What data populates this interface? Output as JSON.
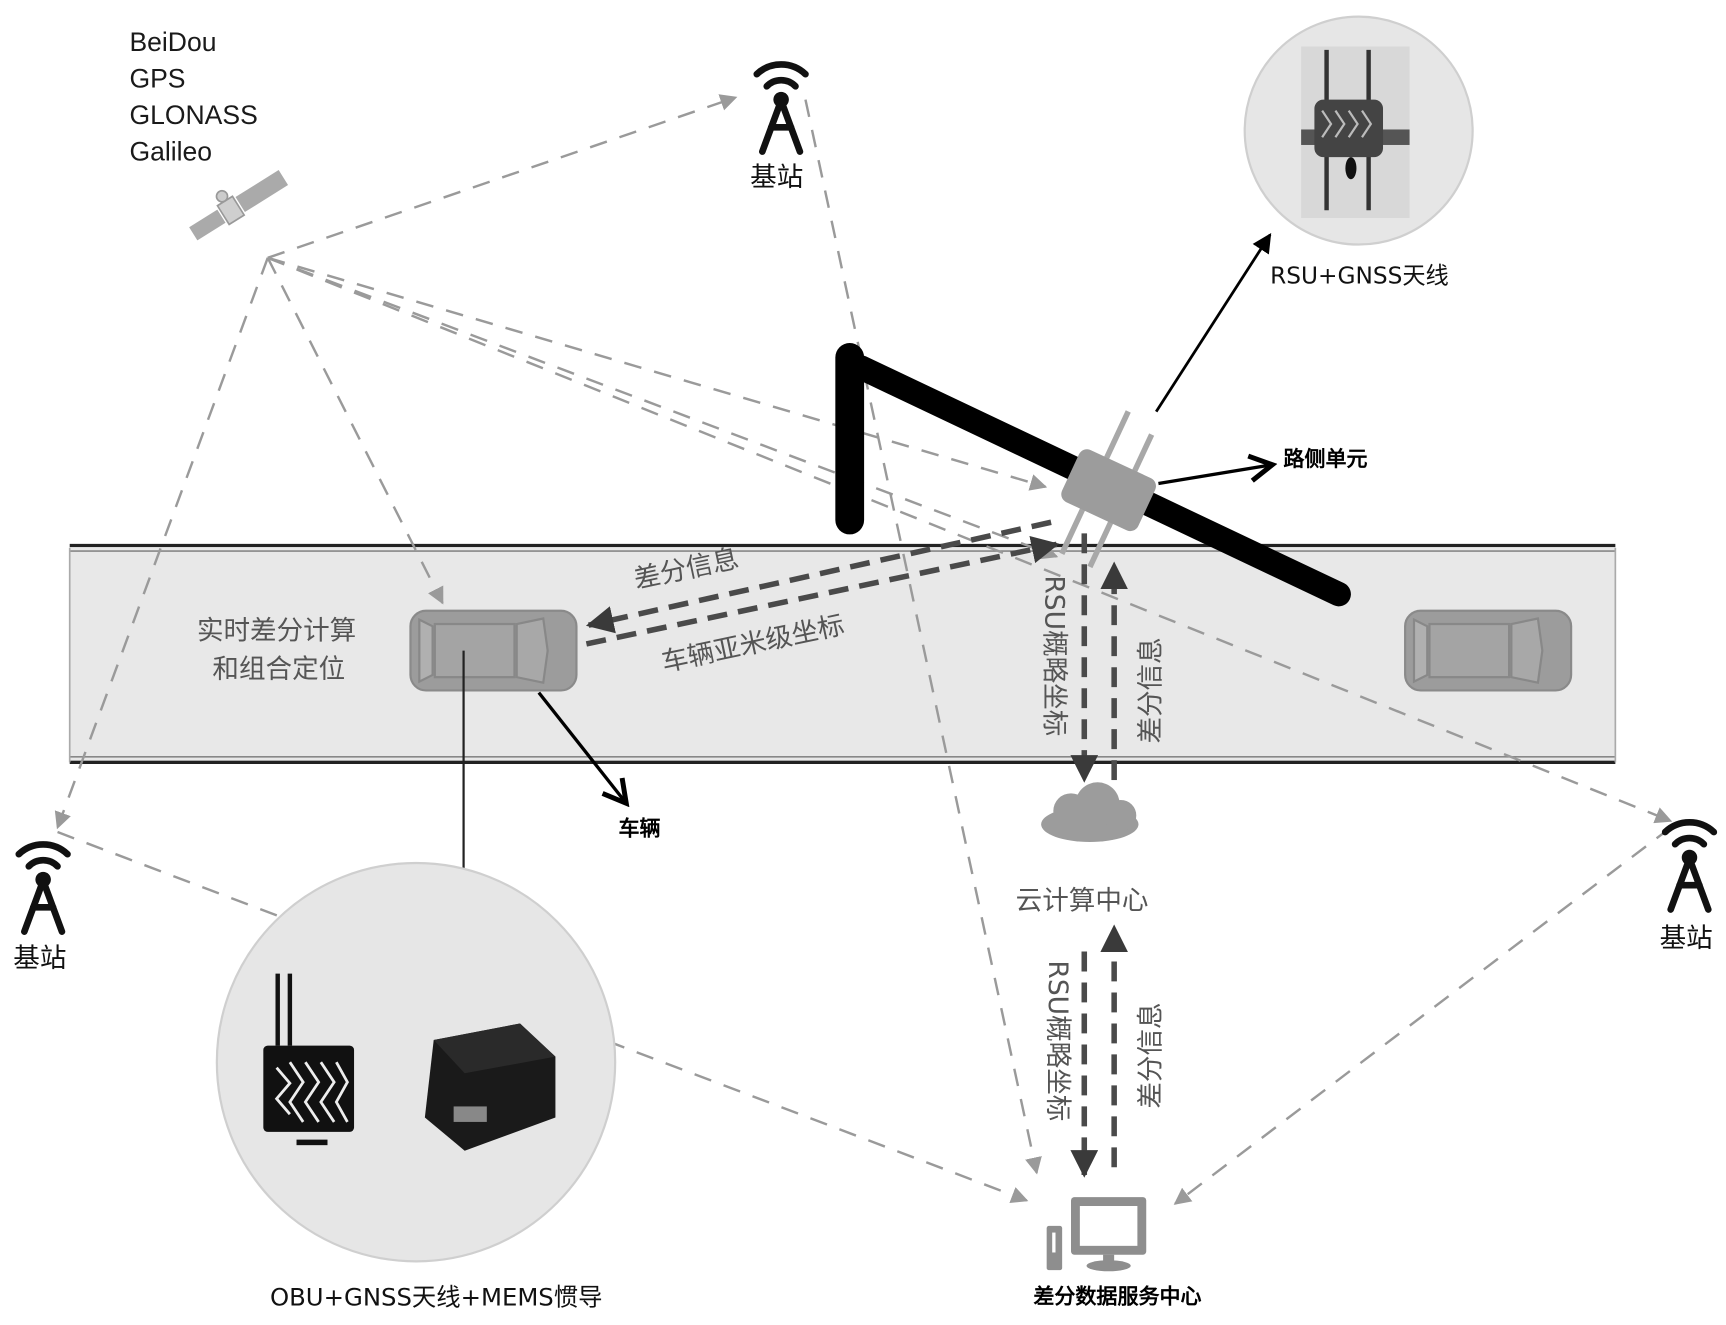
{
  "satellite": {
    "constellations": [
      "BeiDou",
      "GPS",
      "GLONASS",
      "Galileo"
    ],
    "icon": "satellite-icon"
  },
  "base_stations": [
    {
      "label": "基站",
      "icon": "radio-tower-icon",
      "position": "top-center"
    },
    {
      "label": "基站",
      "icon": "radio-tower-icon",
      "position": "left"
    },
    {
      "label": "基站",
      "icon": "radio-tower-icon",
      "position": "right"
    }
  ],
  "rsu": {
    "callout_label": "RSU+GNSS天线",
    "unit_label": "路侧单元"
  },
  "road": {
    "flows": {
      "diff_info": "差分信息",
      "vehicle_coords": "车辆亚米级坐标"
    },
    "vehicle_process_line1": "实时差分计算",
    "vehicle_process_line2": "和组合定位",
    "vehicle_label": "车辆"
  },
  "vertical_flows": {
    "upper": {
      "down": "RSU概略坐标",
      "up": "差分信息"
    },
    "lower": {
      "down": "RSU概略坐标",
      "up": "差分信息"
    }
  },
  "cloud": {
    "label": "云计算中心",
    "icon": "cloud-icon"
  },
  "obu": {
    "label": "OBU+GNSS天线+MEMS惯导"
  },
  "diff_center": {
    "label": "差分数据服务中心",
    "icon": "computer-icon"
  },
  "colors": {
    "road_fill": "#e8e8e8",
    "ray": "#9a9a9a",
    "flow": "#4a4a4a",
    "device": "#9c9c9c",
    "gantry": "#000000"
  }
}
